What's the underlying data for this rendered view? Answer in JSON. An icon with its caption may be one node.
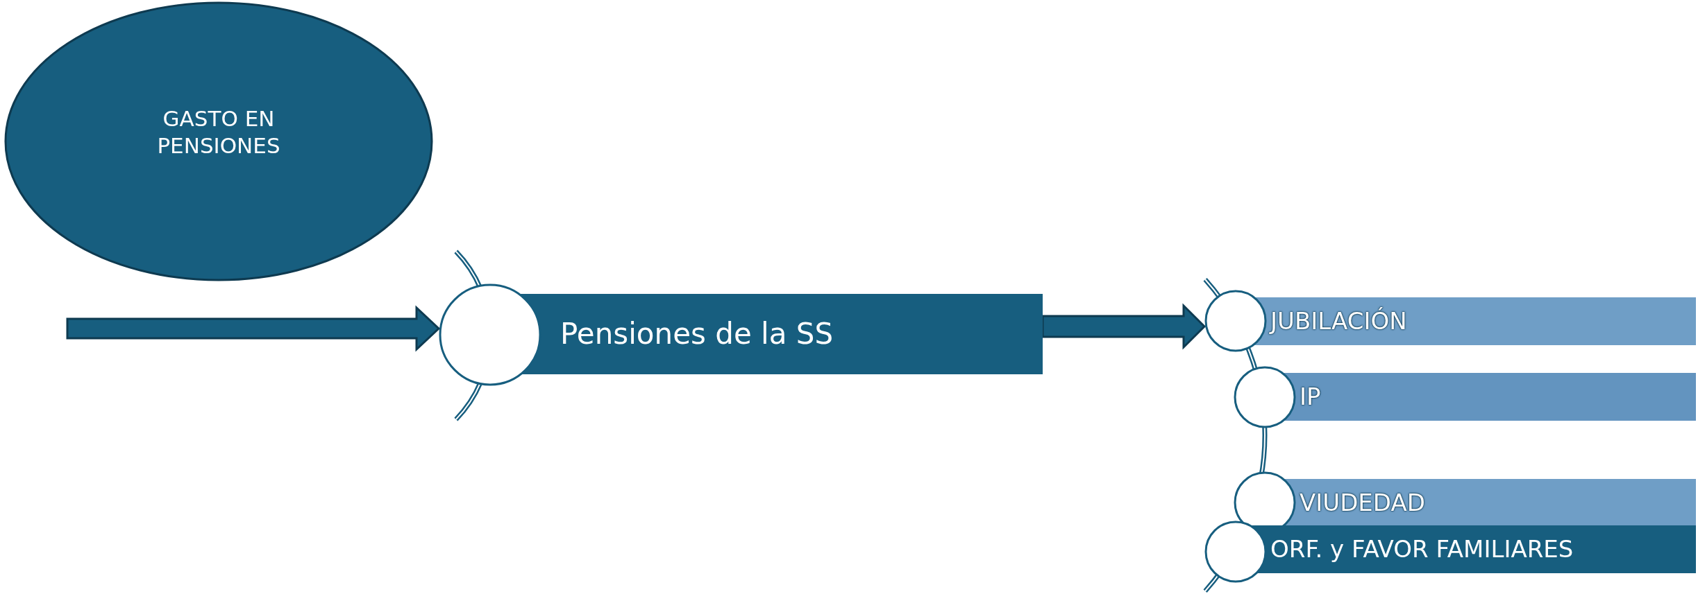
{
  "diagram": {
    "nodes": [
      {
        "text": [
          "GASTO EN PENSIONES"
        ]
      },
      {
        "text": [
          "Pensiones de la SS"
        ]
      },
      {
        "text": [
          "JUBILACIÓN"
        ]
      },
      {
        "text": [
          "IP"
        ]
      },
      {
        "text": [
          "VIUDEDAD"
        ]
      },
      {
        "text": [
          "ORF. y FAVOR FAMILIARES"
        ]
      }
    ],
    "edges": [
      {
        "from": null,
        "to": 1,
        "arrow": "to"
      },
      {
        "from": 1,
        "to": 2,
        "arrow": "to"
      }
    ]
  }
}
